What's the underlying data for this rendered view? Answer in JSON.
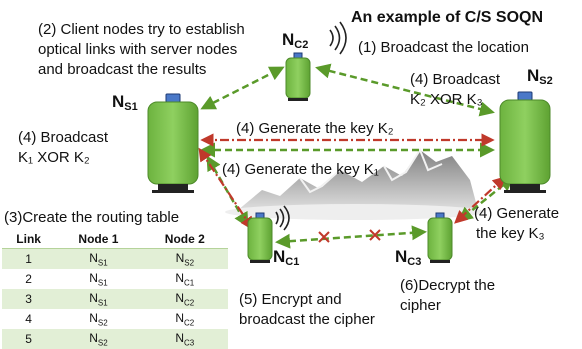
{
  "title": "An example of C/S SOQN",
  "notes": {
    "client_try": [
      "(2) Client nodes try to establish",
      "optical links with server nodes",
      "and broadcast the results"
    ],
    "broadcast_location": "(1) Broadcast the location",
    "ns2_broadcast_line1": "(4) Broadcast",
    "ns2_broadcast_line2": "K₂ XOR K₃",
    "ns1_broadcast_line1": "(4) Broadcast",
    "ns1_broadcast_line2": "K₁ XOR K₂",
    "generate_k2": "(4) Generate the key K₂",
    "generate_k1": "(4) Generate the key K₁",
    "generate_k3": [
      "(4) Generate",
      "the key K₃"
    ],
    "encrypt": [
      "(5) Encrypt and",
      "broadcast the cipher"
    ],
    "decrypt": [
      "(6)Decrypt the",
      "cipher"
    ],
    "routing_title": "(3)Create the routing table"
  },
  "nodes": {
    "ns1": "Nₛ₁",
    "ns2": "Nₛ₂",
    "nc1": "Nᶜ₁",
    "nc2": "Nᶜ₂",
    "nc3": "Nᶜ₃"
  },
  "node_labels": {
    "ns1": {
      "base": "N",
      "sub": "S1"
    },
    "ns2": {
      "base": "N",
      "sub": "S2"
    },
    "nc1": {
      "base": "N",
      "sub": "C1"
    },
    "nc2": {
      "base": "N",
      "sub": "C2"
    },
    "nc3": {
      "base": "N",
      "sub": "C3"
    }
  },
  "routing_table": {
    "headers": [
      "Link",
      "Node 1",
      "Node 2"
    ],
    "rows": [
      [
        "1",
        "S1",
        "S2"
      ],
      [
        "2",
        "S1",
        "C1"
      ],
      [
        "3",
        "S1",
        "C2"
      ],
      [
        "4",
        "S2",
        "C2"
      ],
      [
        "5",
        "S2",
        "C3"
      ]
    ]
  },
  "colors": {
    "node_green": "#7cc04e",
    "node_dark_green": "#5c9a36",
    "optical_link": "#5a9a2a",
    "key_link": "#c0392b",
    "table_stripe": "#e2efd6"
  }
}
